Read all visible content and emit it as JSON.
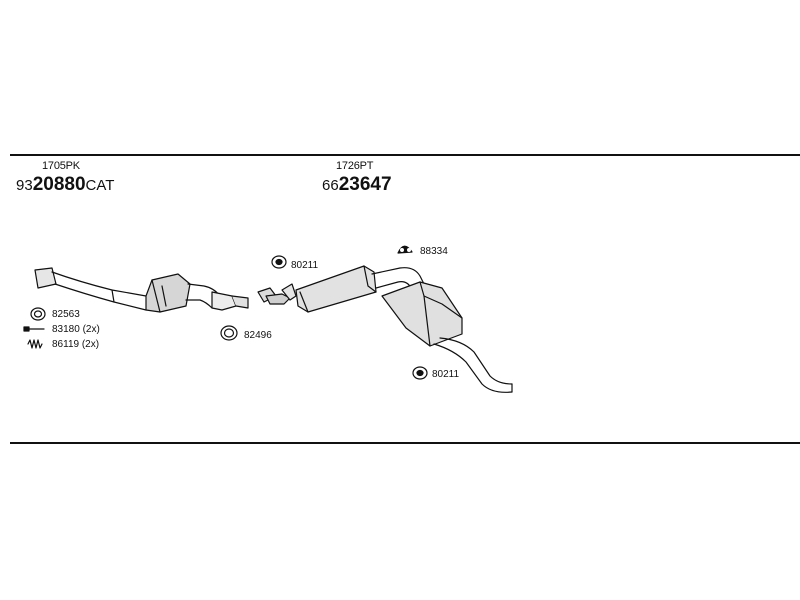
{
  "left_group": {
    "ref": "1705PK",
    "part_prefix": "93",
    "part_main": "20880",
    "part_suffix": "CAT"
  },
  "right_group": {
    "ref": "1726PT",
    "part_prefix": "66",
    "part_main": "23647",
    "part_suffix": ""
  },
  "parts": {
    "gasket_82563": "82563",
    "bolt_83180": "83180 (2x)",
    "spring_86119": "86119 (2x)",
    "ring_82496": "82496",
    "hanger_80211_top": "80211",
    "hanger_88334": "88334",
    "hanger_80211_bottom": "80211"
  }
}
